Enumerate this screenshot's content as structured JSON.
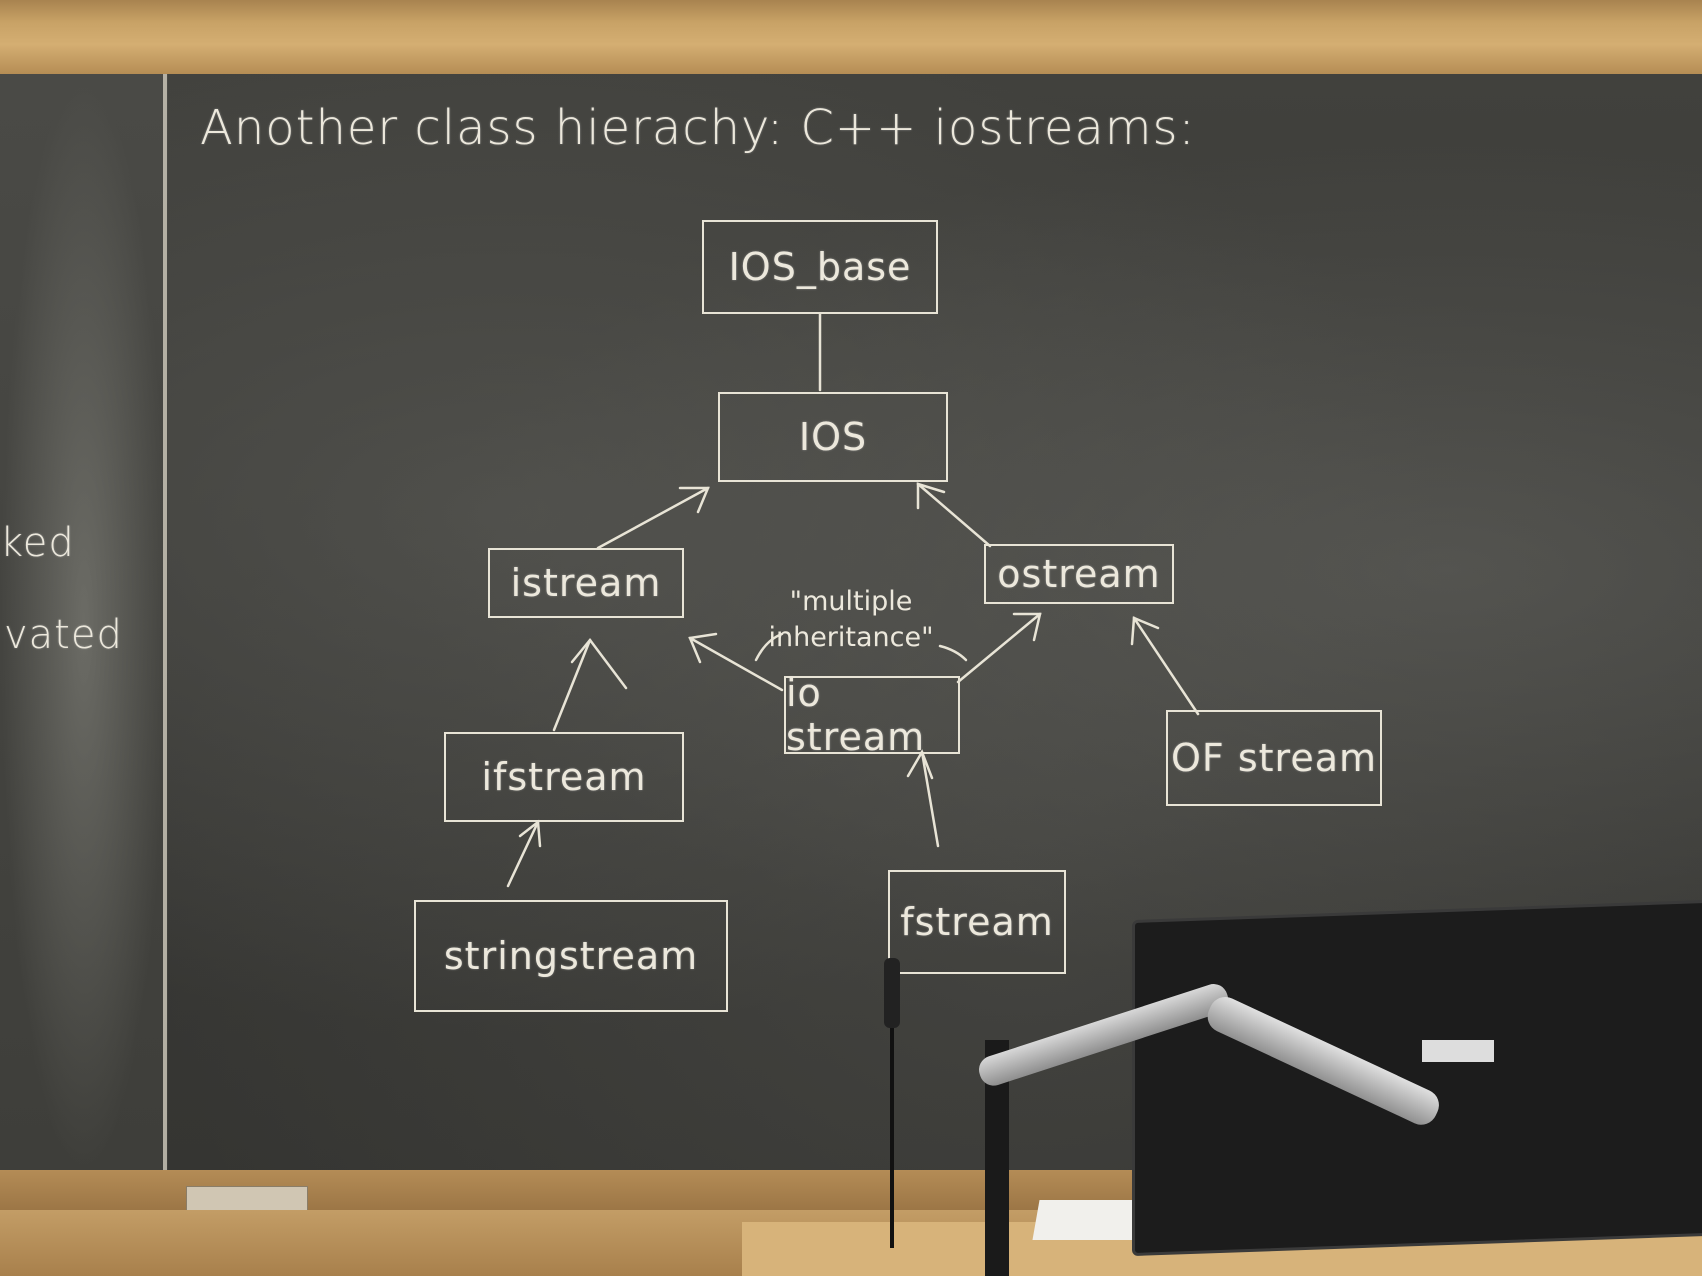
{
  "board": {
    "title": "Another class hierachy: C++ iostreams:",
    "left_fragments": [
      "ked",
      "vated"
    ]
  },
  "diagram": {
    "boxes": {
      "ios_base": "IOS_base",
      "ios": "IOS",
      "istream": "istream",
      "ostream": "ostream",
      "iostream": "io stream",
      "ifstream": "ifstream",
      "ofstream": "OF stream",
      "stringstream": "stringstream",
      "fstream": "fstream"
    },
    "note_line1": "\"multiple",
    "note_line2": "inheritance\""
  },
  "colors": {
    "chalkboard": "#3b3b38",
    "chalk": "#ece8dc",
    "wood": "#c8a266"
  }
}
